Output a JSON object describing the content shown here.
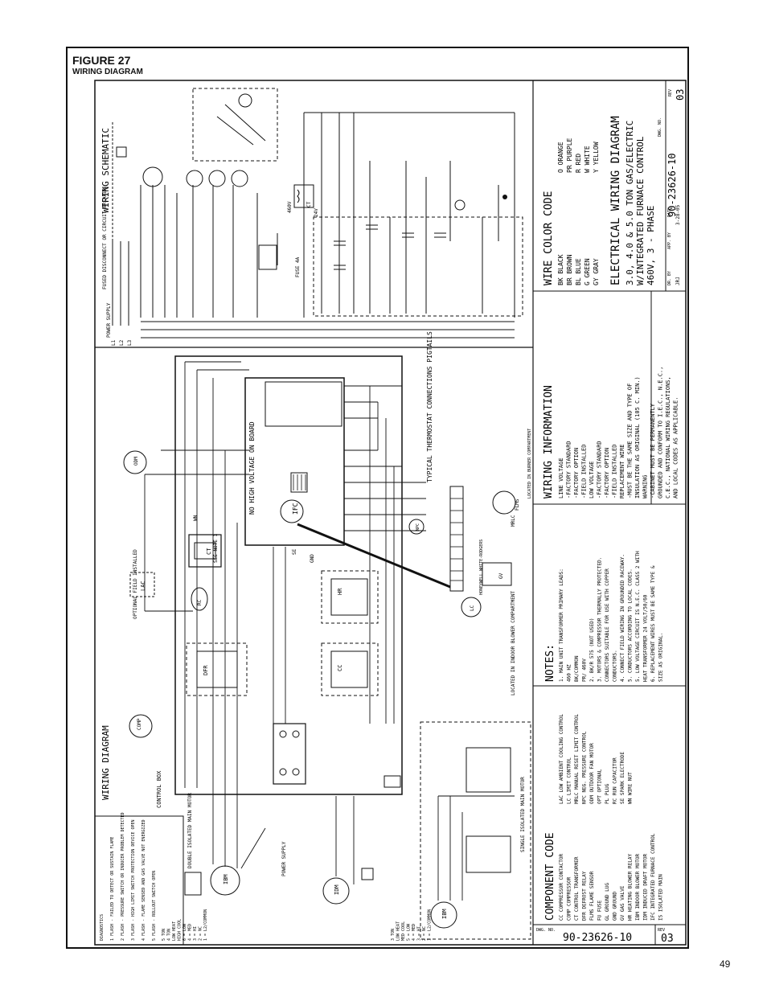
{
  "figure": {
    "title": "FIGURE 27",
    "subtitle": "WIRING DIAGRAM"
  },
  "page_number": "49",
  "sections": {
    "wiring_schematic": "WIRING SCHEMATIC",
    "wiring_diagram": "WIRING DIAGRAM",
    "wiring_information": "WIRING INFORMATION",
    "notes": "NOTES:",
    "component_code": "COMPONENT CODE",
    "wire_color_code": "WIRE COLOR CODE",
    "control_box": "CONTROL BOX",
    "power_supply": "POWER SUPPLY",
    "fused_disconnect": "FUSED DISCONNECT OR CIRCUIT BREAKER"
  },
  "title_block": {
    "line1": "ELECTRICAL WIRING DIAGRAM",
    "line2": "3.0, 4.0 & 5.0 TON GAS/ELECTRIC",
    "line3": "W/INTEGRATED FURNACE CONTROL",
    "line4": "460V, 3 - PHASE",
    "dwg_no_label": "DWG. NO.",
    "dwg_no": "90-23626-10",
    "rev_label": "REV",
    "rev": "03",
    "dr_by_label": "DR. BY",
    "dr_by": "JRJ",
    "app_by_label": "APP. BY",
    "date_label": "DATE",
    "date": "3-28-05"
  },
  "wire_colors": [
    {
      "code": "BK",
      "name": "BLACK"
    },
    {
      "code": "BR",
      "name": "BROWN"
    },
    {
      "code": "BL",
      "name": "BLUE"
    },
    {
      "code": "G",
      "name": "GREEN"
    },
    {
      "code": "GY",
      "name": "GRAY"
    },
    {
      "code": "O",
      "name": "ORANGE"
    },
    {
      "code": "PR",
      "name": "PURPLE"
    },
    {
      "code": "R",
      "name": "RED"
    },
    {
      "code": "W",
      "name": "WHITE"
    },
    {
      "code": "Y",
      "name": "YELLOW"
    }
  ],
  "wiring_information": [
    "LINE VOLTAGE",
    "-FACTORY STANDARD",
    "-FACTORY OPTION",
    "-FIELD INSTALLED",
    "LOW VOLTAGE",
    "-FACTORY STANDARD",
    "-FACTORY OPTION",
    "-FIELD INSTALLED",
    "REPLACEMENT WIRE",
    "-MUST BE THE SAME SIZE AND TYPE OF",
    "INSULATION AS ORIGINAL (105 C. MIN.)",
    "WARNING",
    "-CABINET MUST BE PERMANENTLY",
    "GROUNDED AND CONFORM TO I.E.C., N.E.C.,",
    "C.E.C., NATIONAL WIRING REGULATIONS,",
    "AND LOCAL CODES AS APPLICABLE."
  ],
  "notes": [
    "1. MAIN UNIT TRANSFORMER PRIMARY LEADS:",
    "460 HZ",
    "BK/COMMON",
    "PR/ 460V",
    "2. BK/R 575 (NOT USED)",
    "3. MOTORS & COMPRESSOR THERMALLY PROTECTED.",
    "CONNECTORS SUITABLE FOR USE WITH COPPER",
    "CONDUCTORS.",
    "4. CONNECT FIELD WIRING IN GROUNDED RACEWAY.",
    "5. CONDUCTORS ACCORDING TO LOCAL CODES.",
    "5. LOW VOLTAGE CIRCUIT IS N.E.C. CLASS 2 WITH",
    "HEAT TRANSFORMER 24 VOLT/50/60",
    "6. REPLACEMENT WIRES MUST BE SAME TYPE &",
    "SIZE AS ORIGINAL."
  ],
  "component_codes": [
    {
      "code": "CC",
      "name": "COMPRESSOR CONTACTOR"
    },
    {
      "code": "COMP",
      "name": "COMPRESSOR"
    },
    {
      "code": "CT",
      "name": "CONTROL TRANSFORMER"
    },
    {
      "code": "DFR",
      "name": "DEFROST RELAY"
    },
    {
      "code": "FLMS",
      "name": "FLAME SENSOR"
    },
    {
      "code": "FU",
      "name": "FUSE"
    },
    {
      "code": "GL",
      "name": "GROUND LUG"
    },
    {
      "code": "GND",
      "name": "GROUND"
    },
    {
      "code": "GV",
      "name": "GAS VALVE"
    },
    {
      "code": "HR",
      "name": "HEATING BLOWER RELAY"
    },
    {
      "code": "IBM",
      "name": "INDOOR BLOWER MOTOR"
    },
    {
      "code": "IDM",
      "name": "INDUCED DRAFT MOTOR"
    },
    {
      "code": "IFC",
      "name": "INTEGRATED FURNACE CONTROL"
    },
    {
      "code": "IS",
      "name": "ISOLATED MAIN"
    }
  ],
  "component_codes_2": [
    {
      "code": "LAC",
      "name": "LOW AMBIENT COOLING CONTROL"
    },
    {
      "code": "LC",
      "name": "LIMIT CONTROL"
    },
    {
      "code": "MRLC",
      "name": "MANUAL RESET LIMIT CONTROL"
    },
    {
      "code": "NPC",
      "name": "NEG. PRESSURE CONTROL"
    },
    {
      "code": "ODM",
      "name": "OUTDOOR FAN MOTOR"
    },
    {
      "code": "OPT",
      "name": "OPTIONAL"
    },
    {
      "code": "PL",
      "name": "PLUG"
    },
    {
      "code": "RC",
      "name": "RUN CAPACITOR"
    },
    {
      "code": "SE",
      "name": "SPARK ELECTRODE"
    },
    {
      "code": "WN",
      "name": "WIRE NUT"
    }
  ],
  "diagnostics": [
    "DIAGNOSTICS",
    "1 FLASH - FAILED TO DETECT OR SUSTAIN FLAME",
    "2 FLASH - PRESSURE SWITCH OR INDUCER PROBLEM DETECTED",
    "3 FLASH - HIGH LIMIT SWITCH PROTECTION DEVICE OPEN",
    "4 FLASH - FLAME SENSED AND GAS VALVE NOT ENERGIZED",
    "5 FLASH - ROLLOUT SWITCH OPEN"
  ],
  "motor_speeds": [
    "5 TON",
    "4 TON",
    "LOW HEAT",
    "HIGH COOL",
    "6 = LOW",
    "4 = MED",
    "3 = HI",
    "2 = NC",
    "1 = L2/COMMON"
  ],
  "motor_speeds_2": [
    "3 TON",
    "LOW HEAT",
    "MED COOL",
    "5 = LOW",
    "4 = MED",
    "3 = HI",
    "2 = NC",
    "1 = L2/COMMON"
  ],
  "labels": {
    "single_isolated": "SINGLE ISOLATED MAIN MOTOR",
    "double_isolated": "DOUBLE ISOLATED MAIN MOTOR",
    "located_indoor": "LOCATED IN INDOOR BLOWER COMPARTMENT",
    "located_burner": "LOCATED IN BURNER COMPARTMENT",
    "typical_thermostat": "TYPICAL THERMOSTAT CONNECTIONS PIGTAILS",
    "no_high_voltage": "NO HIGH VOLTAGE ON BOARD",
    "see_note_1": "SEE NOTE 1",
    "optional_field": "OPTIONAL FIELD INSTALLED",
    "power_supply_label": "POWER SUPPLY",
    "honeywell": "HONEYWELL WHITE-RODGERS",
    "ifc": "IFC",
    "comp": "COMP",
    "odm": "ODM",
    "ibm": "IBM",
    "idm": "IDM",
    "ct": "CT",
    "cc": "CC",
    "hr": "HR",
    "dfr": "DFR",
    "lac": "LAC",
    "gv": "GV",
    "lc": "LC",
    "flms": "FLMS",
    "mrlc": "MRLC",
    "se": "SE",
    "gnd": "GND",
    "wn": "WN",
    "rc": "RC",
    "npc": "NPC",
    "schematic_ct": "CT",
    "schematic_vac": "24V",
    "schematic_460": "460V",
    "fuse": "FUSE 4A",
    "l1": "L1",
    "l2": "L2",
    "l3": "L3"
  }
}
